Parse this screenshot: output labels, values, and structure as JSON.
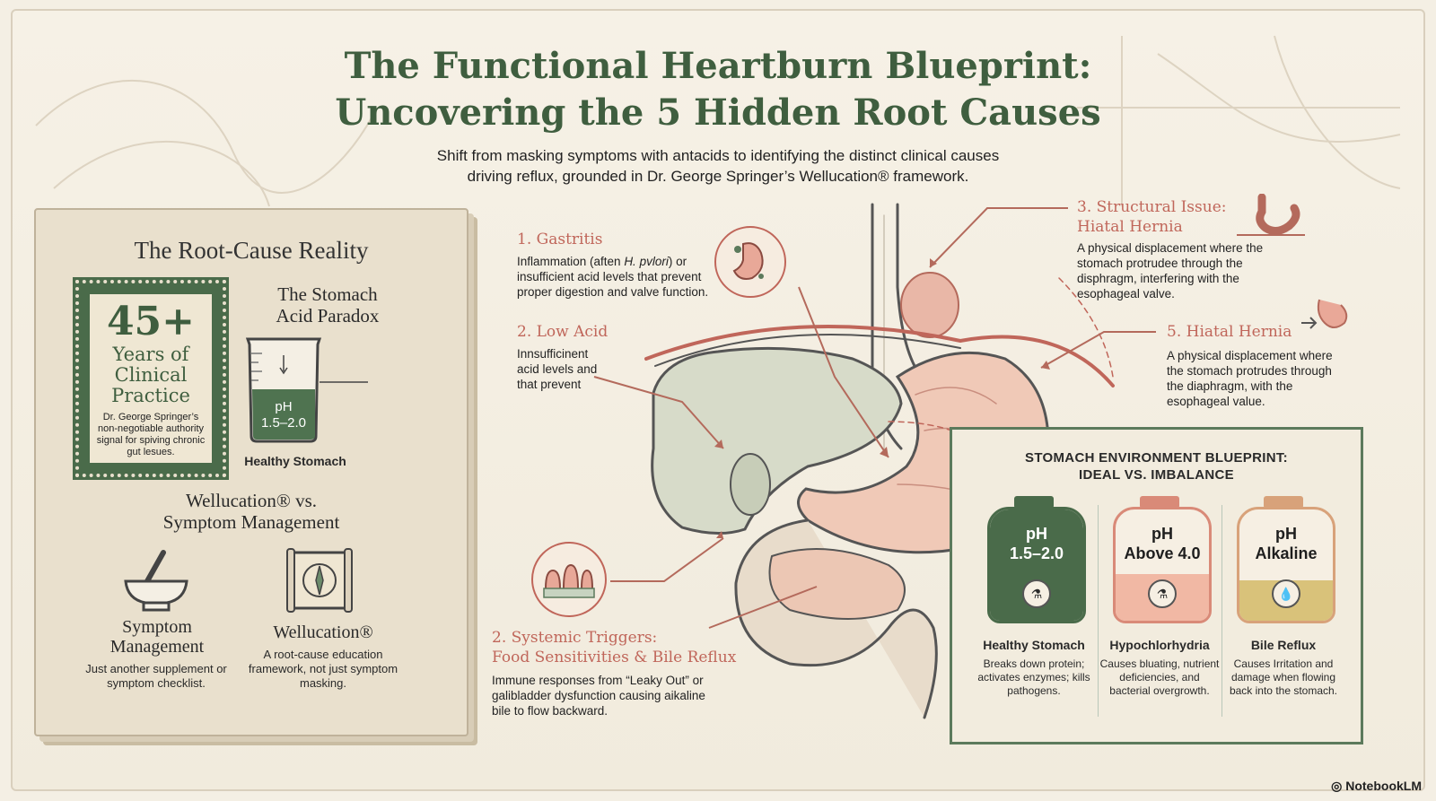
{
  "header": {
    "title_line1": "The Functional Heartburn Blueprint:",
    "title_line2": "Uncovering the 5 Hidden Root Causes",
    "subtitle_line1": "Shift from masking symptoms with antacids to identifying the distinct clinical causes",
    "subtitle_line2": "driving reflux, grounded in Dr. George Springer’s Wellucation® framework."
  },
  "panel": {
    "title": "The Root-Cause Reality",
    "stamp_number": "45+",
    "stamp_line1": "Years of",
    "stamp_line2": "Clinical",
    "stamp_line3": "Practice",
    "stamp_note": "Dr. George Springer’s non-negotiable authority signal for spiving chronic gut lesues.",
    "paradox_line1": "The Stomach",
    "paradox_line2": "Acid Paradox",
    "beaker_ph": "pH",
    "beaker_range": "1.5–2.0",
    "healthy_label": "Healthy Stomach",
    "vs_line1": "Wellucation® vs.",
    "vs_line2": "Symptom Management",
    "symptom_line1": "Symptom",
    "symptom_line2": "Management",
    "symptom_text": "Just another supplement or symptom checklist.",
    "wellucation_title": "Wellucation®",
    "wellucation_text": "A root-cause education framework, not just symptom masking."
  },
  "causes": {
    "c1_title": "1. Gastritis",
    "c1_text_a": "Inflammation (aften ",
    "c1_text_em": "H. pvlori",
    "c1_text_b": ") or insufficient acid levels that prevent proper digestion and valve function.",
    "c2_title": "2. Low Acid",
    "c2_text": "Innsufficinent acid levels and that prevent",
    "c3_title_line1": "3. Structural Issue:",
    "c3_title_line2": "Hiatal Hernia",
    "c3_text": "A physical displacement where the stomach protrudee through the disphragm, interfering with the esophageal valve.",
    "c4_title_line1": "2. Systemic Triggers:",
    "c4_title_line2": "Food Sensitivities & Bile Reflux",
    "c4_text": "Immune responses from “Leaky Out” or galibladder dysfunction causing aikaline bile to flow backward.",
    "c5_title": "5. Hiatal Hernia",
    "c5_text": "A physical displacement where the stomach protrudes through the diaphragm, with the esophageal value."
  },
  "blueprint": {
    "title_line1": "STOMACH ENVIRONMENT BLUEPRINT:",
    "title_line2": "IDEAL VS. IMBALANCE",
    "columns": [
      {
        "ph": "pH",
        "value": "1.5–2.0",
        "label": "Healthy Stomach",
        "text": "Breaks down protein; activates enzymes; kills pathogens.",
        "color": "#4a6b4a",
        "fill": "#4a6b4a",
        "text_color": "#ffffff"
      },
      {
        "ph": "pH",
        "value": "Above 4.0",
        "label": "Hypochlorhydria",
        "text": "Causes bluating, nutrient deficiencies, and bacterial overgrowth.",
        "color": "#d98a78",
        "fill": "#f1b8a4",
        "text_color": "#1e1e1e"
      },
      {
        "ph": "pH",
        "value": "Alkaline",
        "label": "Bile Reflux",
        "text": "Causes Irritation and damage when flowing back into the stomach.",
        "color": "#d8a27a",
        "fill": "#d9c27a",
        "text_color": "#1e1e1e"
      }
    ]
  },
  "brand": "NotebookLM",
  "colors": {
    "accent_green": "#3f5e3f",
    "accent_red": "#c0665a",
    "paper": "#f4efe4"
  }
}
